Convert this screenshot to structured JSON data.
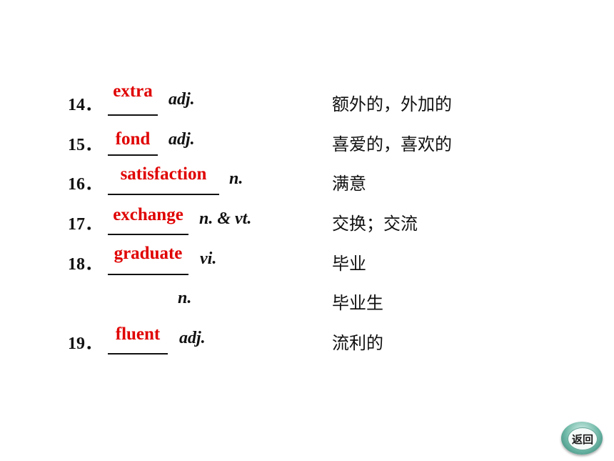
{
  "items": [
    {
      "num": "14．",
      "answer": "extra",
      "pos": "adj.",
      "cn": "额外的，外加的"
    },
    {
      "num": "15．",
      "answer": "fond",
      "pos": "adj.",
      "cn": "喜爱的，喜欢的"
    },
    {
      "num": "16．",
      "answer": "satisfaction",
      "pos": "n.",
      "cn": "满意"
    },
    {
      "num": "17．",
      "answer": "exchange",
      "pos": "n. & vt.",
      "cn": "交换；交流"
    },
    {
      "num": "18．",
      "answer": "graduate",
      "pos": "vi.",
      "cn": "毕业",
      "pos2": "n.",
      "cn2": "毕业生"
    },
    {
      "num": "19．",
      "answer": "fluent",
      "pos": "adj.",
      "cn": "流利的"
    }
  ],
  "back_button": {
    "label": "返回"
  }
}
